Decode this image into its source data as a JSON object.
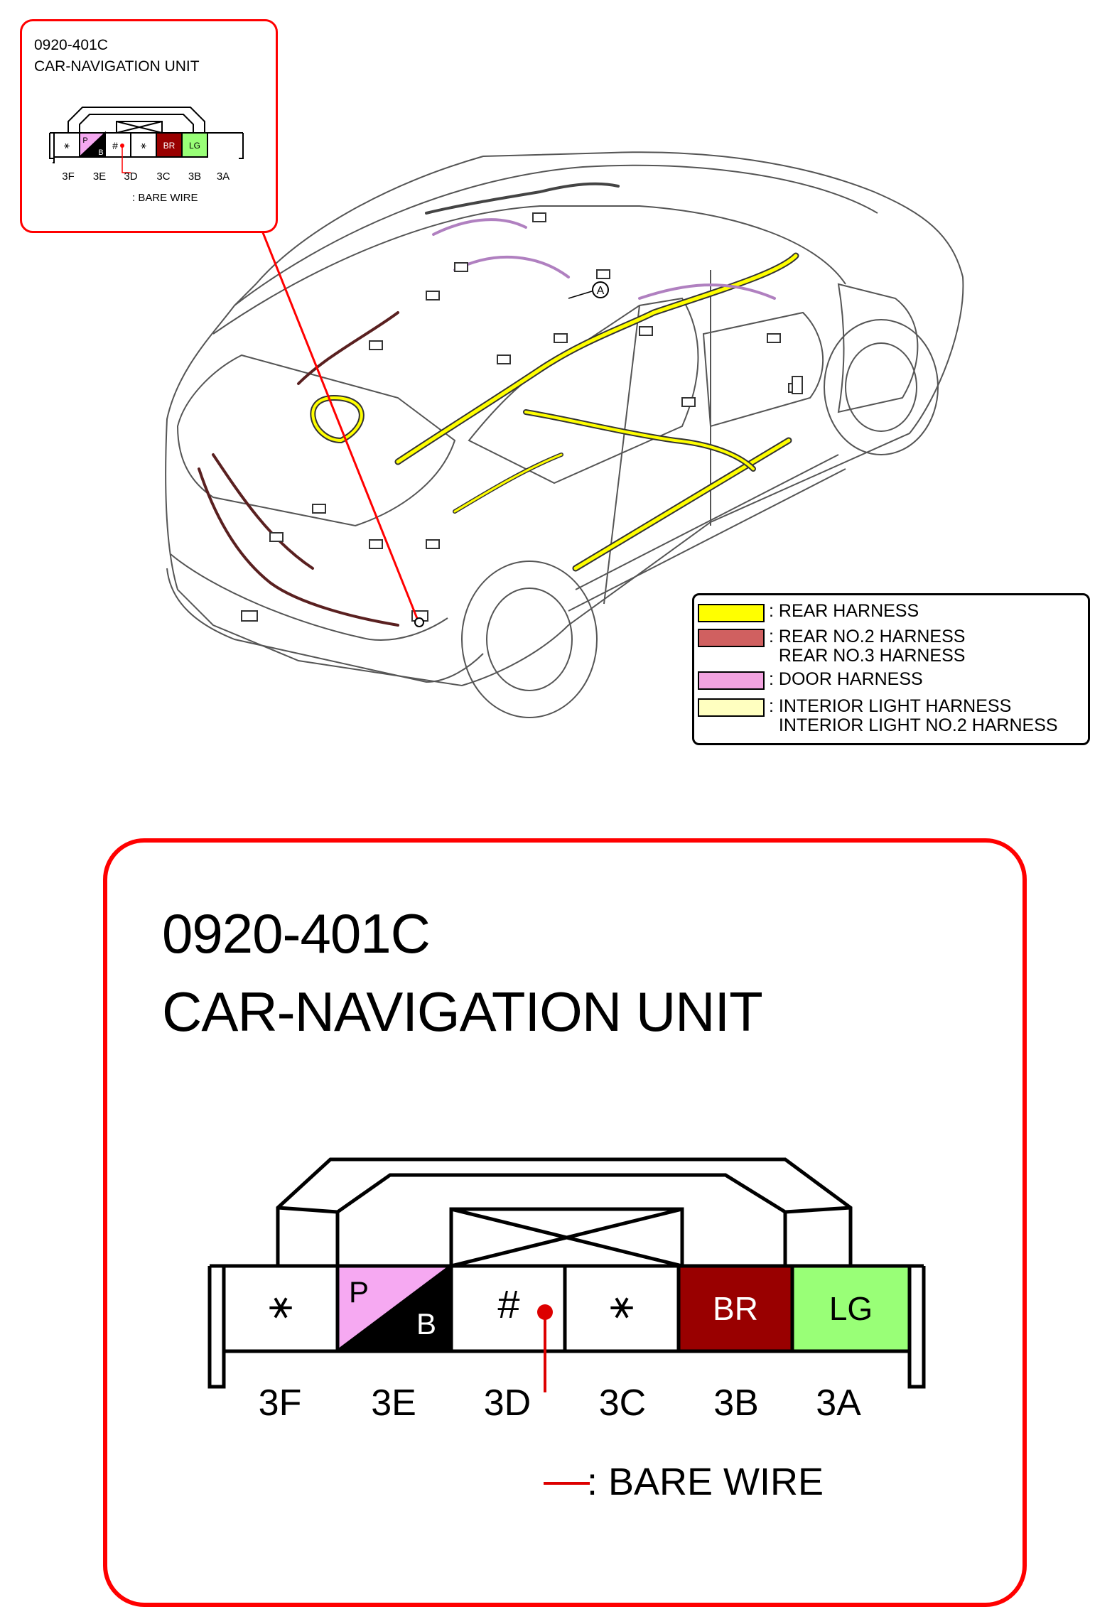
{
  "callout_small": {
    "code": "0920-401C",
    "title": "CAR-NAVIGATION UNIT",
    "pins": [
      "3F",
      "3E",
      "3D",
      "3C",
      "3B",
      "3A"
    ],
    "bare_wire": ": BARE WIRE"
  },
  "connector": {
    "code": "0920-401C",
    "title": "CAR-NAVIGATION UNIT",
    "cells": [
      {
        "id": "3F",
        "text": "⚹",
        "color": "#ffffff"
      },
      {
        "id": "3E",
        "text_top": "P",
        "text_bottom": "B",
        "color_top": "#f6a9f2",
        "color_bottom": "#000000"
      },
      {
        "id": "3D",
        "text": "#",
        "color": "#ffffff"
      },
      {
        "id": "3C",
        "text": "⚹",
        "color": "#ffffff"
      },
      {
        "id": "3B",
        "text": "BR",
        "color": "#990000"
      },
      {
        "id": "3A",
        "text": "LG",
        "color": "#99ff77"
      }
    ],
    "pin_labels": [
      "3F",
      "3E",
      "3D",
      "3C",
      "3B",
      "3A"
    ],
    "bare_wire": ": BARE WIRE"
  },
  "vehicle": {
    "marker": "A"
  },
  "legend": {
    "items": [
      {
        "color": "#ffff00",
        "label": ": REAR HARNESS"
      },
      {
        "color": "#d06060",
        "label": ": REAR NO.2 HARNESS\n  REAR NO.3 HARNESS"
      },
      {
        "color": "#f3a3e0",
        "label": ": DOOR HARNESS"
      },
      {
        "color": "#ffffc0",
        "label": ": INTERIOR LIGHT HARNESS\n  INTERIOR LIGHT NO.2 HARNESS"
      }
    ]
  },
  "colors": {
    "callout_red": "#ff0000",
    "wire_red": "#dd0000"
  }
}
